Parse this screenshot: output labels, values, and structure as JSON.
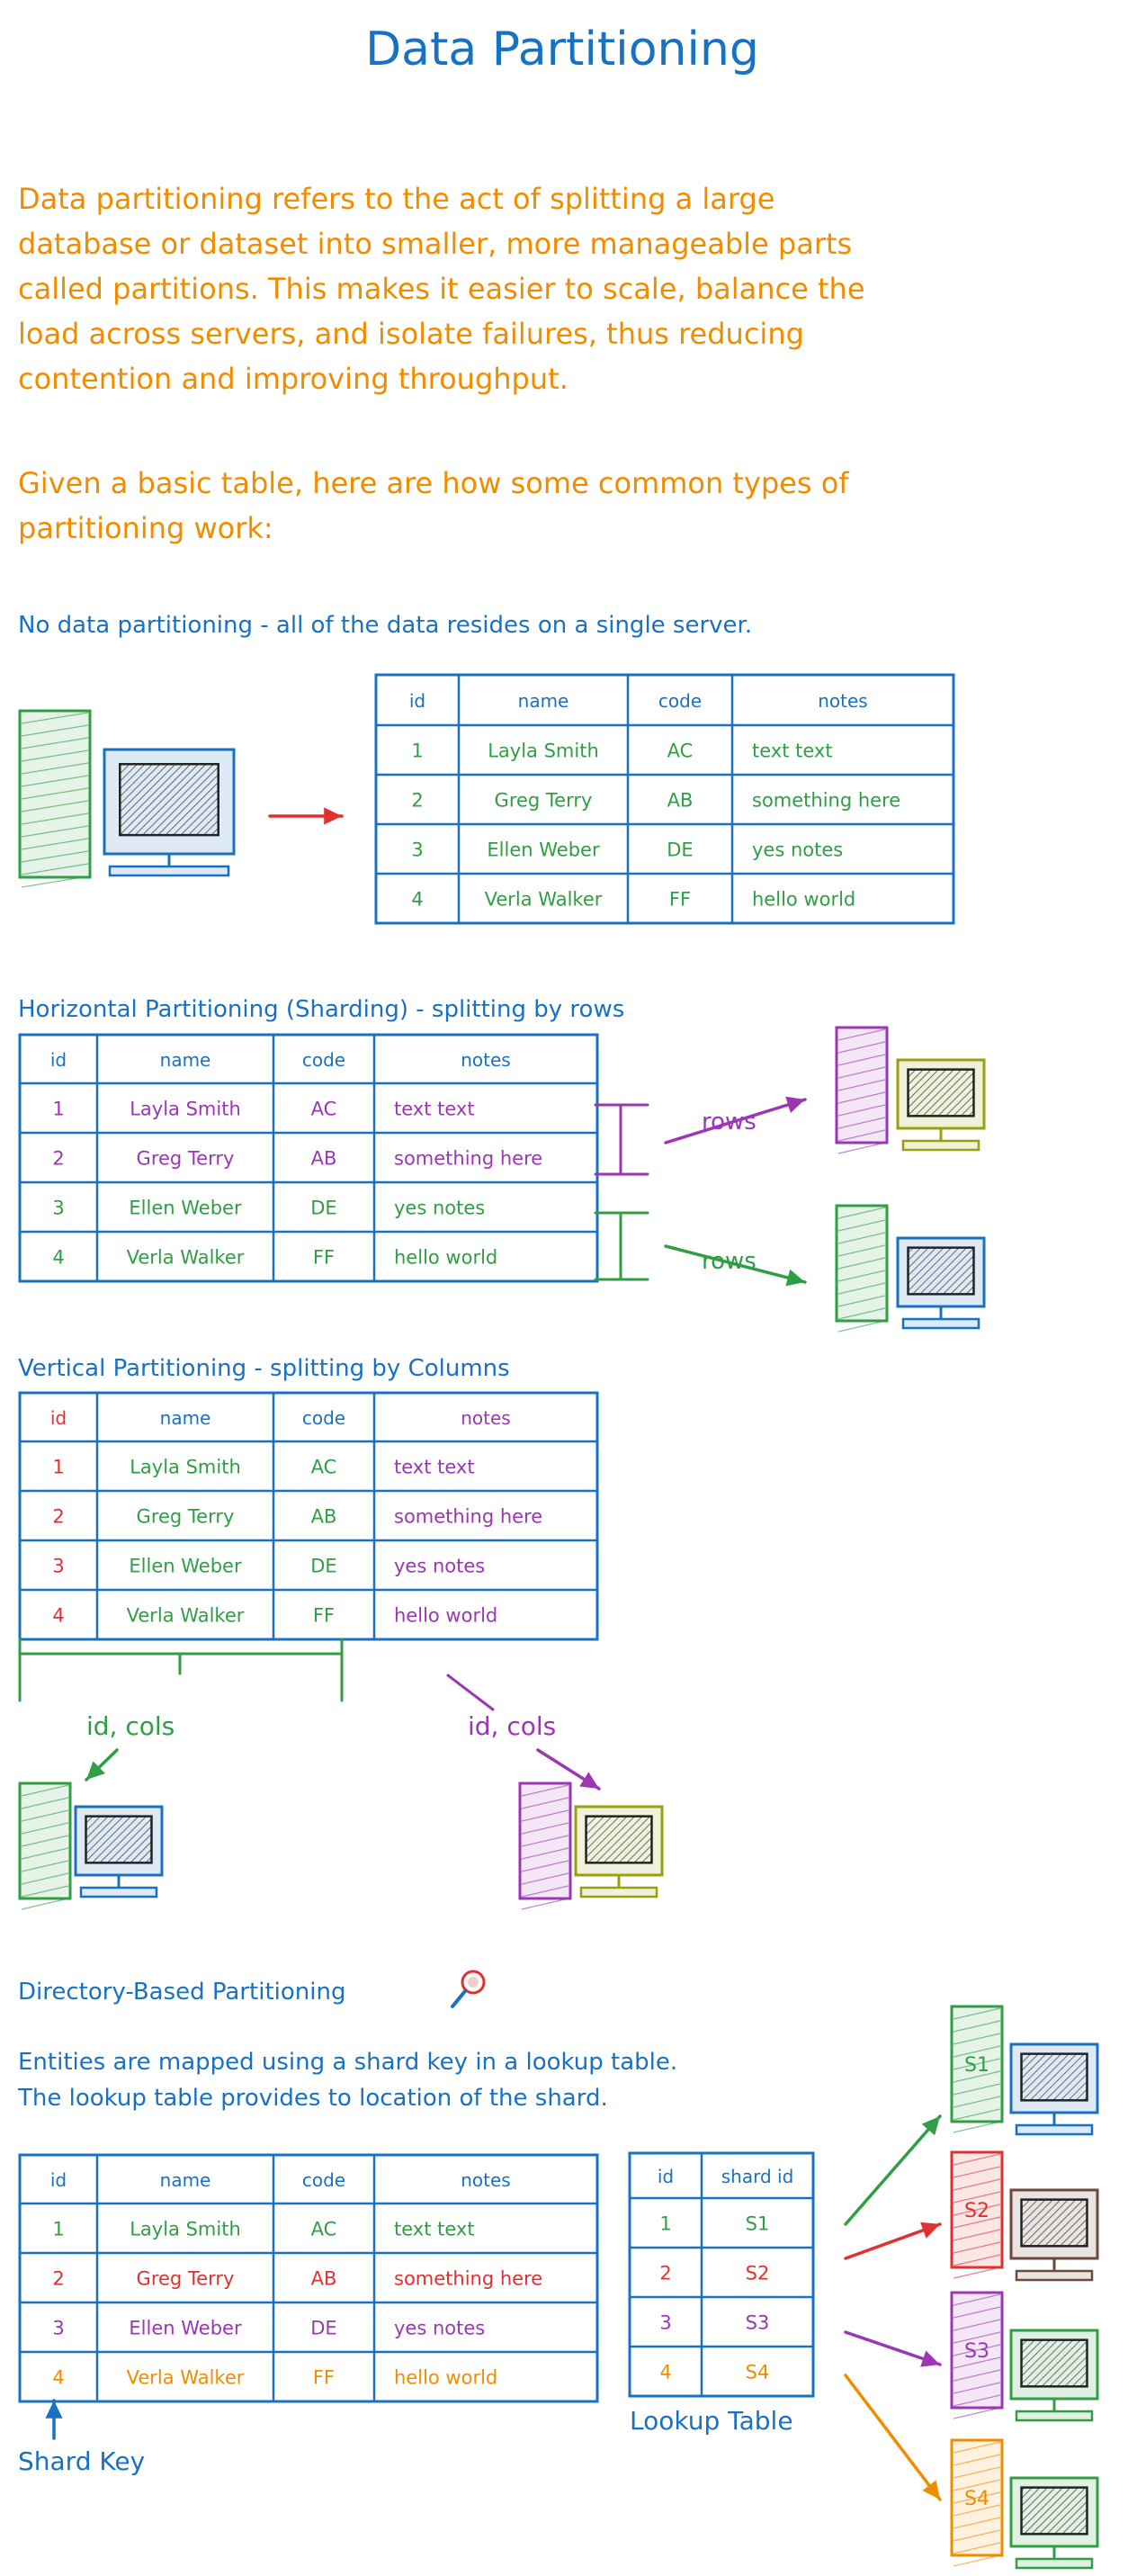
{
  "title": "Data Partitioning",
  "intro": [
    "Data partitioning refers to the act of splitting a large",
    "database or dataset into smaller, more manageable parts",
    "called partitions. This makes it easier to scale, balance the",
    "load across servers, and isolate failures, thus reducing",
    "contention and improving throughput."
  ],
  "given": [
    "Given a basic table, here are how some common types of",
    "partitioning work:"
  ],
  "colors": {
    "blue": "#1971c2",
    "orange": "#f08c00",
    "green": "#2f9e44",
    "purple": "#9c36b5",
    "red": "#e03131",
    "olive": "#99a00f",
    "brown": "#6b4a3a"
  },
  "table_headers": [
    "id",
    "name",
    "code",
    "notes"
  ],
  "rows": [
    [
      "1",
      "Layla Smith",
      "AC",
      "text text"
    ],
    [
      "2",
      "Greg Terry",
      "AB",
      "something here"
    ],
    [
      "3",
      "Ellen Weber",
      "DE",
      "yes notes"
    ],
    [
      "4",
      "Verla Walker",
      "FF",
      "hello world"
    ]
  ],
  "sections": {
    "none": {
      "heading": "No data partitioning - all of the data resides on a single server."
    },
    "horizontal": {
      "heading": "Horizontal Partitioning (Sharding) - splitting by rows",
      "rows_label": "rows"
    },
    "vertical": {
      "heading": "Vertical Partitioning - splitting by Columns",
      "label_left": "id, cols",
      "label_right": "id, cols"
    },
    "directory": {
      "heading": "Directory-Based Partitioning",
      "icon": "magnifier-icon",
      "desc": [
        "Entities are mapped using a shard key in a lookup table.",
        "The lookup table provides to location of the shard."
      ],
      "lookup_headers": [
        "id",
        "shard id"
      ],
      "lookup_rows": [
        [
          "1",
          "S1"
        ],
        [
          "2",
          "S2"
        ],
        [
          "3",
          "S3"
        ],
        [
          "4",
          "S4"
        ]
      ],
      "lookup_caption": "Lookup Table",
      "shard_key_label": "Shard Key",
      "shards": [
        "S1",
        "S2",
        "S3",
        "S4"
      ]
    }
  }
}
